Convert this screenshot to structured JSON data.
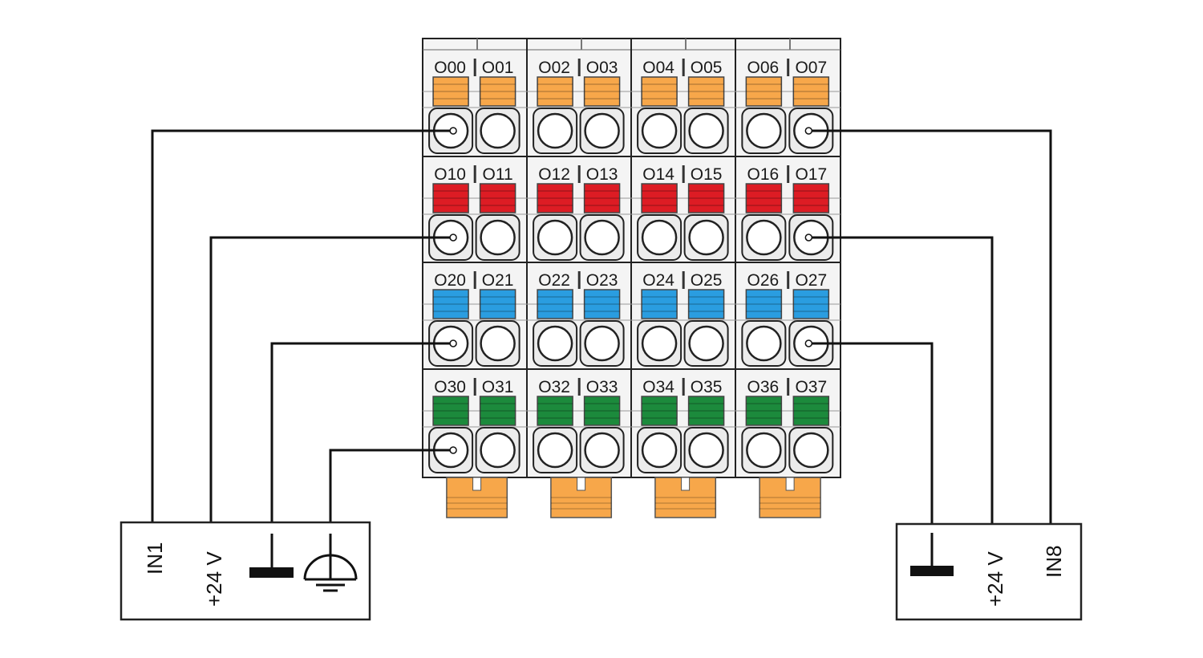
{
  "colors": {
    "row0": "#f7a74a",
    "row1": "#dd1c24",
    "row2": "#2a9de0",
    "row3": "#1c8a3c",
    "latch": "#f7a74a",
    "wire": "#111111",
    "housing": "#f4f4f4",
    "outline": "#222222"
  },
  "terminal_rows": [
    {
      "color": "row0",
      "labels": [
        "O00",
        "O01",
        "O02",
        "O03",
        "O04",
        "O05",
        "O06",
        "O07"
      ]
    },
    {
      "color": "row1",
      "labels": [
        "O10",
        "O11",
        "O12",
        "O13",
        "O14",
        "O15",
        "O16",
        "O17"
      ]
    },
    {
      "color": "row2",
      "labels": [
        "O20",
        "O21",
        "O22",
        "O23",
        "O24",
        "O25",
        "O26",
        "O27"
      ]
    },
    {
      "color": "row3",
      "labels": [
        "O30",
        "O31",
        "O32",
        "O33",
        "O34",
        "O35",
        "O36",
        "O37"
      ]
    }
  ],
  "left_device": {
    "labels": [
      "IN1",
      "+24 V"
    ],
    "icons": [
      "ground-icon",
      "protective-earth-icon"
    ]
  },
  "right_device": {
    "labels": [
      "+24 V",
      "IN8"
    ],
    "icons": [
      "ground-icon"
    ]
  }
}
